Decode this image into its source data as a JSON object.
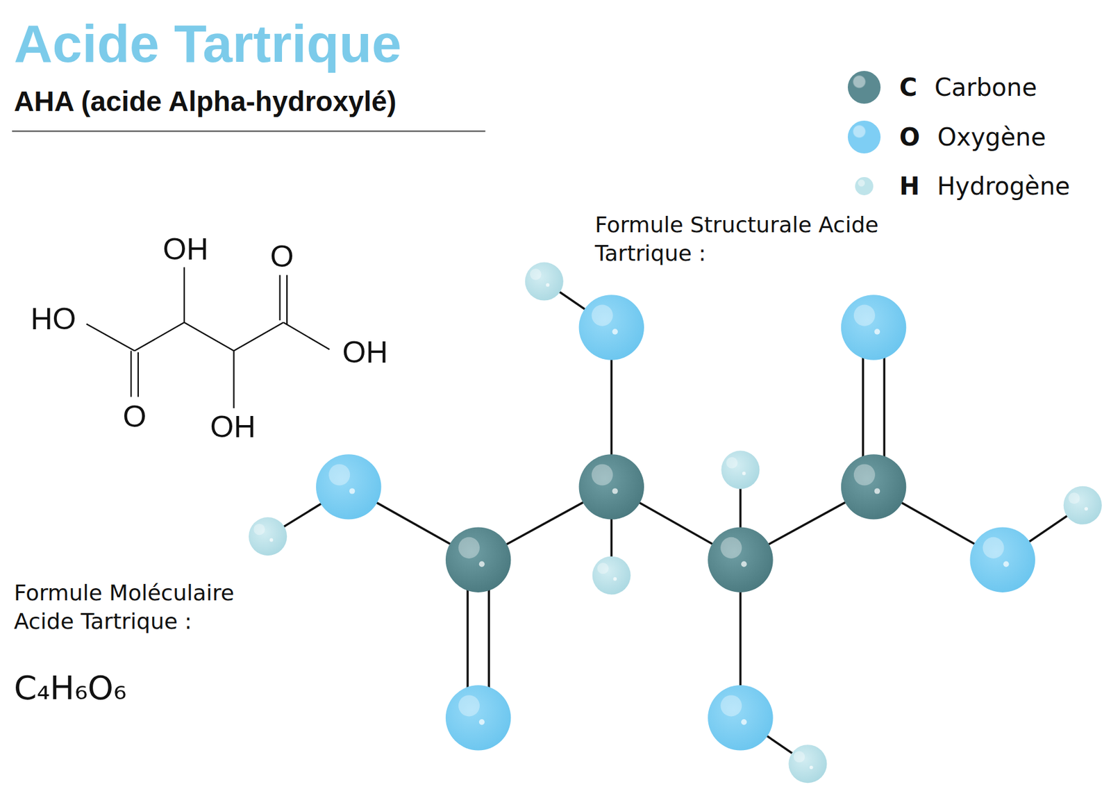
{
  "diagram": {
    "title": "Acide Tartrique",
    "labels": [
      "AHA (acide Alpha-hydroxylé)",
      "OH",
      "O",
      "HO",
      "OH",
      "O",
      "OH",
      "Formule Structurale Acide Tartrique :",
      "Formule Moléculaire Acide Tartrique :",
      "C₄H₆O₆"
    ],
    "legend": [
      {
        "text": "C Carbone",
        "color": "#5b8a91"
      },
      {
        "text": "O Oxygène",
        "color": "#7ecef4"
      },
      {
        "text": "H Hydrogène",
        "color": "#bfe4ea"
      }
    ]
  }
}
